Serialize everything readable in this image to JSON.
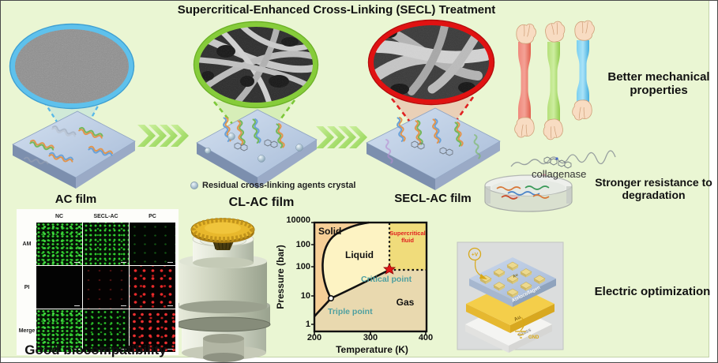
{
  "title": "Supercritical-Enhanced Cross-Linking (SECL) Treatment",
  "flow": {
    "ac_label": "AC film",
    "cl_label": "CL-AC film",
    "secl_label": "SECL-AC film",
    "legend": "Residual cross-linking agents crystal"
  },
  "benefits": {
    "mechanical": "Better mechanical properties",
    "collagenase": "collagenase",
    "degradation": "Stronger resistance to degradation",
    "electric": "Electric optimization"
  },
  "biocompatibility": {
    "caption": "Good biocompatibility",
    "columns": [
      "NC",
      "SECL-AC",
      "PC"
    ],
    "rows": [
      "AM",
      "PI",
      "Merge"
    ]
  },
  "electrode": {
    "voltage": "+V",
    "pad": "Au",
    "top_layer": "Atelocollagen",
    "mid_layer": "Au",
    "bottom_layer": "Glass",
    "ground": "GND"
  },
  "chart_data": {
    "type": "line",
    "title": "",
    "xlabel": "Temperature (K)",
    "ylabel": "Pressure (bar)",
    "x_ticks": [
      "200",
      "300",
      "400"
    ],
    "y_ticks": [
      "1",
      "10",
      "100",
      "100",
      "10000"
    ],
    "xlim": [
      200,
      400
    ],
    "ylim": [
      1,
      10000
    ],
    "y_scale": "log",
    "grid": false,
    "region_labels": {
      "solid": "Solid",
      "liquid": "Liquid",
      "gas": "Gas",
      "supercritical": "Supercritical fluid"
    },
    "annotations": [
      {
        "label": "Triple point",
        "x": 230,
        "y": 10,
        "marker": "open-circle"
      },
      {
        "label": "Critical point",
        "x": 330,
        "y": 100,
        "marker": "red-star"
      }
    ],
    "series": [
      {
        "name": "sublimation curve",
        "points": [
          [
            200,
            3
          ],
          [
            230,
            10
          ]
        ]
      },
      {
        "name": "melting curve",
        "points": [
          [
            230,
            10
          ],
          [
            238,
            300
          ],
          [
            255,
            3000
          ],
          [
            290,
            10000
          ]
        ]
      },
      {
        "name": "vaporization curve",
        "points": [
          [
            230,
            10
          ],
          [
            270,
            35
          ],
          [
            300,
            60
          ],
          [
            330,
            100
          ]
        ]
      }
    ]
  },
  "colors": {
    "background": "#eaf6d3",
    "ring_blue": "#5ec1ec",
    "ring_green": "#86cc3a",
    "ring_red": "#e01212",
    "chevron_green": "#a8dd6e",
    "supercritical_text": "#e02020",
    "point_label_teal": "#4fa0a0",
    "solid_region": "#f6cf97",
    "liquid_region": "#fdf3c3",
    "gas_region": "#e9d9af",
    "supercritical_region": "#f0dc7b"
  }
}
